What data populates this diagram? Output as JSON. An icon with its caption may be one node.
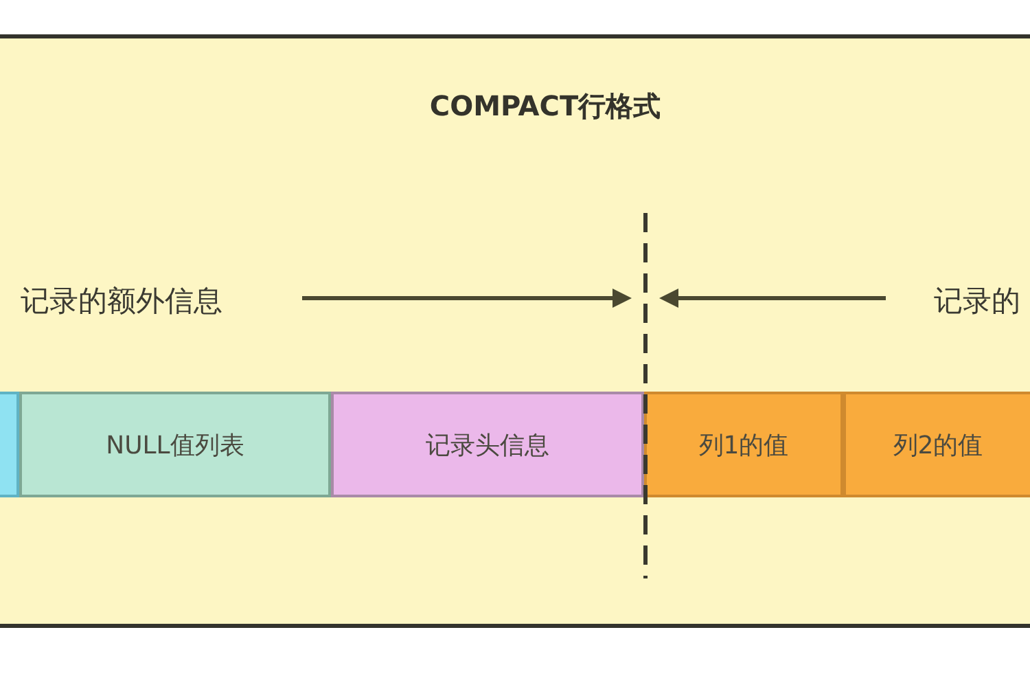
{
  "diagram": {
    "nodes": [
      {
        "text": [
          "COMPACT行格式"
        ]
      },
      {
        "text": [],
        "shape": "box",
        "in": 0
      },
      {
        "text": [
          "NULL值列表"
        ],
        "in": 0
      },
      {
        "text": [
          "记录头信息"
        ],
        "in": 0
      },
      {
        "text": [
          "列1的值"
        ],
        "in": 0
      },
      {
        "text": [
          "列2的值"
        ],
        "in": 0
      }
    ],
    "labels": [
      "记录的额外信息",
      "记录的"
    ]
  }
}
